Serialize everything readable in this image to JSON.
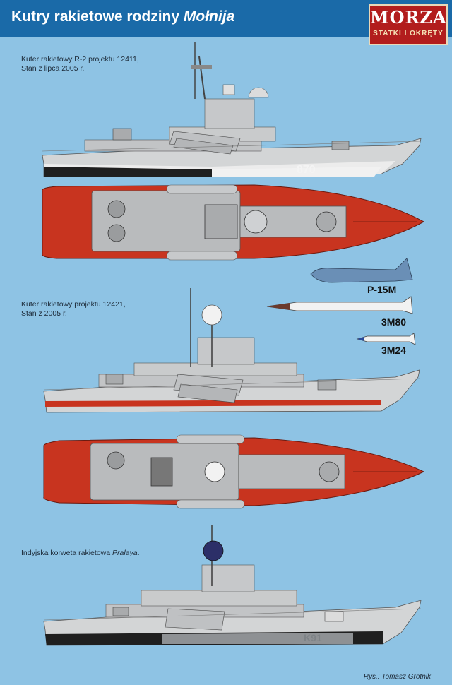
{
  "header": {
    "title_prefix": "Kutry rakietowe rodziny ",
    "title_name": "Mołnija"
  },
  "logo": {
    "main": "MORZA",
    "sub": "STATKI I OKRĘTY"
  },
  "ships": [
    {
      "caption_line1": "Kuter rakietowy R-2 projektu 12411,",
      "caption_line2": "Stan z lipca 2005 r.",
      "hull_number": "870"
    },
    {
      "caption_line1": "Kuter rakietowy projektu 12421,",
      "caption_line2": "Stan z 2005 r."
    },
    {
      "caption_prefix": "Indyjska korweta rakietowa ",
      "caption_name": "Pralaya",
      "caption_suffix": ".",
      "hull_number": "K91"
    }
  ],
  "missiles": [
    {
      "label": "P-15M"
    },
    {
      "label": "3M80"
    },
    {
      "label": "3M24"
    }
  ],
  "credit": "Rys.: Tomasz Grotnik",
  "colors": {
    "background": "#8ec3e4",
    "header": "#1a6aa8",
    "logo": "#b21d1d",
    "deck_red": "#c8341f",
    "hull_grey": "#c9ccce",
    "waterline_black": "#1f1f1f"
  }
}
